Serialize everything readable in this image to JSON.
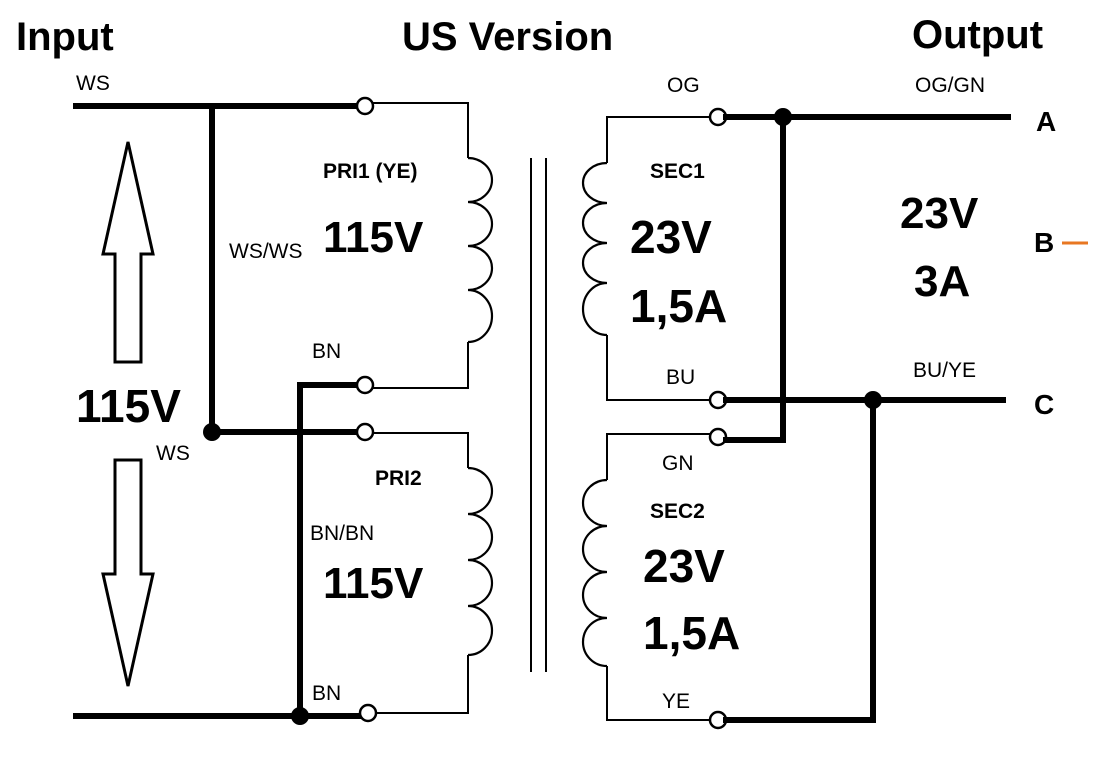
{
  "headings": {
    "input": "Input",
    "title": "US Version",
    "output": "Output"
  },
  "input": {
    "voltage": "115V",
    "top_wire": "WS",
    "junction_wire": "WS"
  },
  "primary": {
    "pri1": {
      "name": "PRI1 (YE)",
      "voltage": "115V",
      "bridge": "WS/WS",
      "bottom_wire": "BN"
    },
    "pri2": {
      "name": "PRI2",
      "voltage": "115V",
      "bridge": "BN/BN",
      "bottom_wire": "BN"
    }
  },
  "secondary": {
    "sec1": {
      "name": "SEC1",
      "voltage": "23V",
      "current": "1,5A",
      "top_wire": "OG",
      "bottom_wire": "BU"
    },
    "sec2": {
      "name": "SEC2",
      "voltage": "23V",
      "current": "1,5A",
      "top_wire": "GN",
      "bottom_wire": "YE"
    }
  },
  "output": {
    "voltage": "23V",
    "current": "3A",
    "wire_a": "OG/GN",
    "wire_c": "BU/YE",
    "terminals": {
      "a": "A",
      "b": "B",
      "c": "C"
    },
    "b_mark_color": "#e87722"
  }
}
